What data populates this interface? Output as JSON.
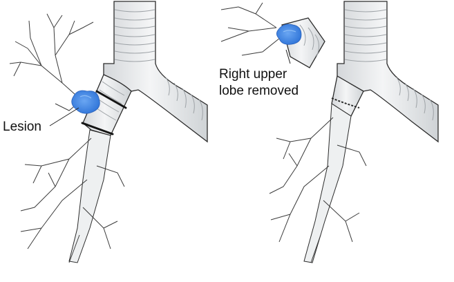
{
  "title": "",
  "labels": {
    "lesion": "Lesion",
    "removed_line1": "Right upper",
    "removed_line2": "lobe removed"
  },
  "colors": {
    "background": "#ffffff",
    "airway_fill": "#e9ebec",
    "airway_stroke": "#2b2b2b",
    "lesion": "#3f86e6",
    "cut_line": "#141414"
  },
  "panels": [
    {
      "name": "before-resection",
      "shows": [
        "trachea",
        "right-bronchus",
        "left-bronchus",
        "right-upper-lobe",
        "lesion",
        "cut-lines"
      ]
    },
    {
      "name": "after-resection",
      "shows": [
        "trachea",
        "right-bronchus",
        "left-bronchus",
        "removed-lobe-segment",
        "sutured-anastomosis"
      ]
    }
  ]
}
